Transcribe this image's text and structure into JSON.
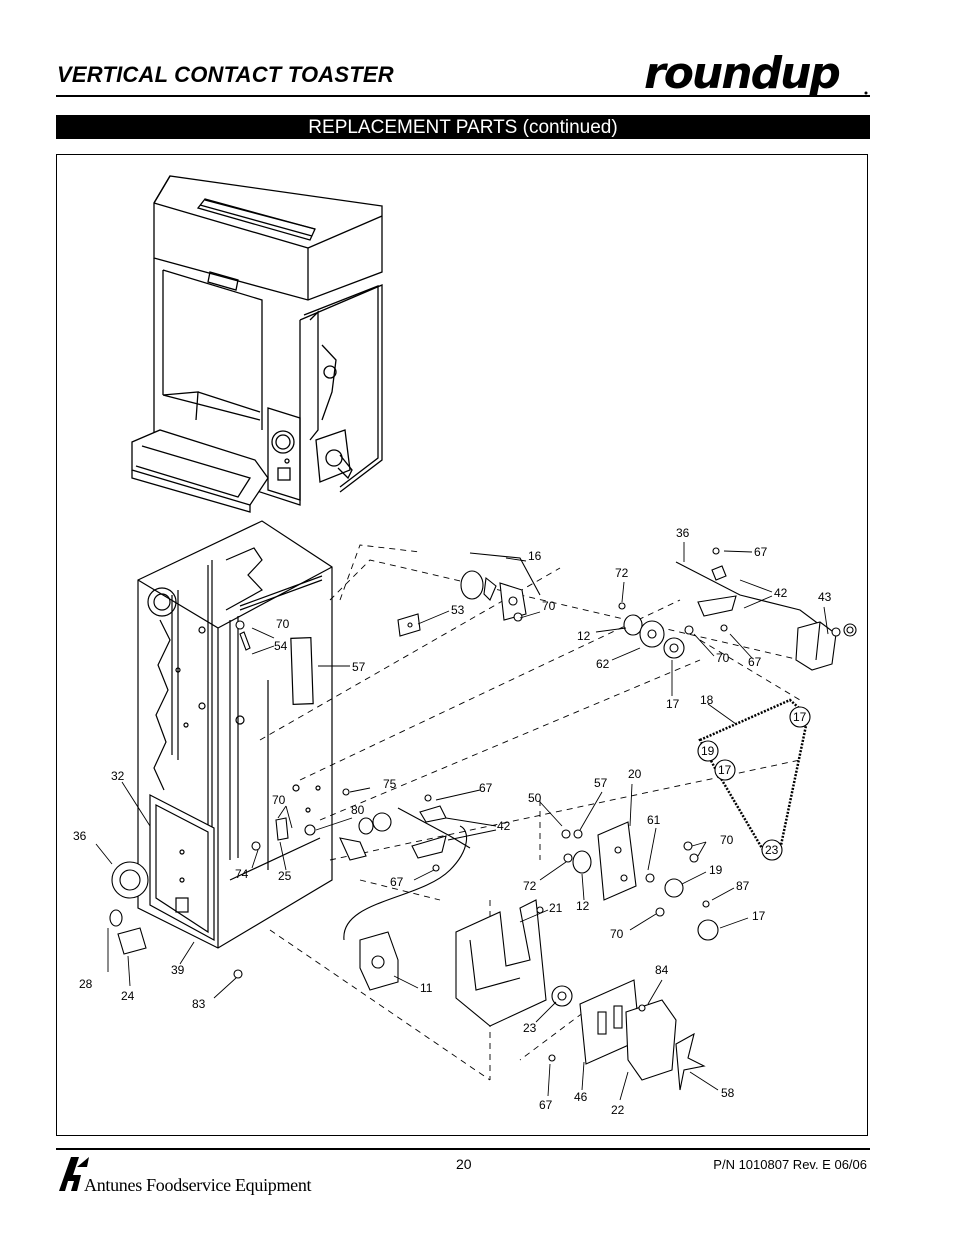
{
  "header": {
    "title": "VERTICAL CONTACT TOASTER",
    "brand": "roundup"
  },
  "section": {
    "title": "REPLACEMENT PARTS (continued)"
  },
  "diagram": {
    "callouts": [
      "16",
      "70",
      "53",
      "72",
      "36",
      "67",
      "42",
      "43",
      "12",
      "70",
      "67",
      "62",
      "17",
      "18",
      "17",
      "19",
      "17",
      "23",
      "70",
      "54",
      "57",
      "32",
      "75",
      "67",
      "50",
      "57",
      "20",
      "42",
      "80",
      "70",
      "61",
      "70",
      "36",
      "74",
      "25",
      "67",
      "72",
      "12",
      "19",
      "87",
      "21",
      "17",
      "70",
      "84",
      "28",
      "24",
      "39",
      "11",
      "83",
      "23",
      "46",
      "22",
      "58",
      "67"
    ]
  },
  "footer": {
    "company": "Antunes Foodservice Equipment",
    "page_number": "20",
    "part_number": "P/N 1010807 Rev. E 06/06"
  }
}
